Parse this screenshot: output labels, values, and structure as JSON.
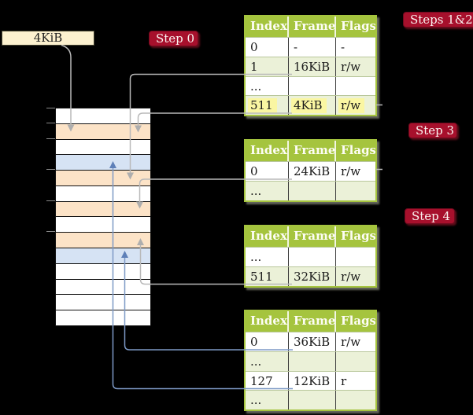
{
  "figure": {
    "description": "Multi-level page table walk diagram: physical memory column with page-table frames and four Index/Frame/Flags tables",
    "background": "#000000"
  },
  "frame_size_box": {
    "label": "4KiB"
  },
  "step_labels": {
    "step0": "Step 0",
    "steps12": "Steps 1&2",
    "step3": "Step 3",
    "step4": "Step 4"
  },
  "memory_column": {
    "rows": [
      "white",
      "orange",
      "white",
      "blue",
      "orange",
      "white",
      "orange",
      "white",
      "orange",
      "blue",
      "white",
      "white",
      "white",
      "white"
    ],
    "tick_count": 6
  },
  "page_tables": [
    {
      "id": "table-steps-1-2",
      "headers": [
        "Index",
        "Frame",
        "Flags"
      ],
      "rows": [
        {
          "index": "0",
          "frame": "-",
          "flags": "-",
          "shaded": false,
          "highlight": false
        },
        {
          "index": "1",
          "frame": "16KiB",
          "flags": "r/w",
          "shaded": true,
          "highlight": false
        },
        {
          "index": "...",
          "frame": "",
          "flags": "",
          "shaded": false,
          "highlight": false
        },
        {
          "index": "511",
          "frame": "4KiB",
          "flags": "r/w",
          "shaded": true,
          "highlight": true
        }
      ]
    },
    {
      "id": "table-step-3",
      "headers": [
        "Index",
        "Frame",
        "Flags"
      ],
      "rows": [
        {
          "index": "0",
          "frame": "24KiB",
          "flags": "r/w",
          "shaded": false,
          "highlight": false
        },
        {
          "index": "...",
          "frame": "",
          "flags": "",
          "shaded": true,
          "highlight": false
        }
      ]
    },
    {
      "id": "table-step-4-upper",
      "headers": [
        "Index",
        "Frame",
        "Flags"
      ],
      "rows": [
        {
          "index": "...",
          "frame": "",
          "flags": "",
          "shaded": false,
          "highlight": false
        },
        {
          "index": "511",
          "frame": "32KiB",
          "flags": "r/w",
          "shaded": true,
          "highlight": false
        }
      ]
    },
    {
      "id": "table-step-4-lower",
      "headers": [
        "Index",
        "Frame",
        "Flags"
      ],
      "rows": [
        {
          "index": "0",
          "frame": "36KiB",
          "flags": "r/w",
          "shaded": false,
          "highlight": false
        },
        {
          "index": "...",
          "frame": "",
          "flags": "",
          "shaded": true,
          "highlight": false
        },
        {
          "index": "127",
          "frame": "12KiB",
          "flags": "r",
          "shaded": false,
          "highlight": false
        },
        {
          "index": "...",
          "frame": "",
          "flags": "",
          "shaded": true,
          "highlight": false
        }
      ]
    }
  ],
  "connections": [
    {
      "from": "4KiB address box",
      "to": "memory row 2 (4KiB frame)",
      "color": "gray"
    },
    {
      "from": "table1 entry 1 (16KiB)",
      "to": "memory row 5 (16KiB frame)",
      "color": "gray"
    },
    {
      "from": "table1 entry 511 (4KiB)",
      "to": "memory row 2 (4KiB frame)",
      "color": "gray"
    },
    {
      "from": "table2 entry 0 (24KiB)",
      "to": "memory row 7 (24KiB frame)",
      "color": "gray"
    },
    {
      "from": "table3 entry 511 (32KiB)",
      "to": "memory row 9 (32KiB frame)",
      "color": "gray"
    },
    {
      "from": "table4 entry 0 (36KiB)",
      "to": "memory row 10 (36KiB frame)",
      "color": "blue"
    },
    {
      "from": "table4 entry 127 (12KiB)",
      "to": "memory row 4 (12KiB frame)",
      "color": "blue"
    }
  ],
  "colors": {
    "table_header_green": "#a5c43e",
    "table_row_shaded": "#ebf1d8",
    "memory_page_table_orange": "#fce3c7",
    "memory_mapped_page_blue": "#d6e3f4",
    "highlight_yellow": "#faf6a2",
    "step_label_red": "#a7102c",
    "frame_box_cream": "#fcf1cf",
    "connector_gray": "#b9b9b9",
    "connector_blue": "#7d99c6"
  }
}
